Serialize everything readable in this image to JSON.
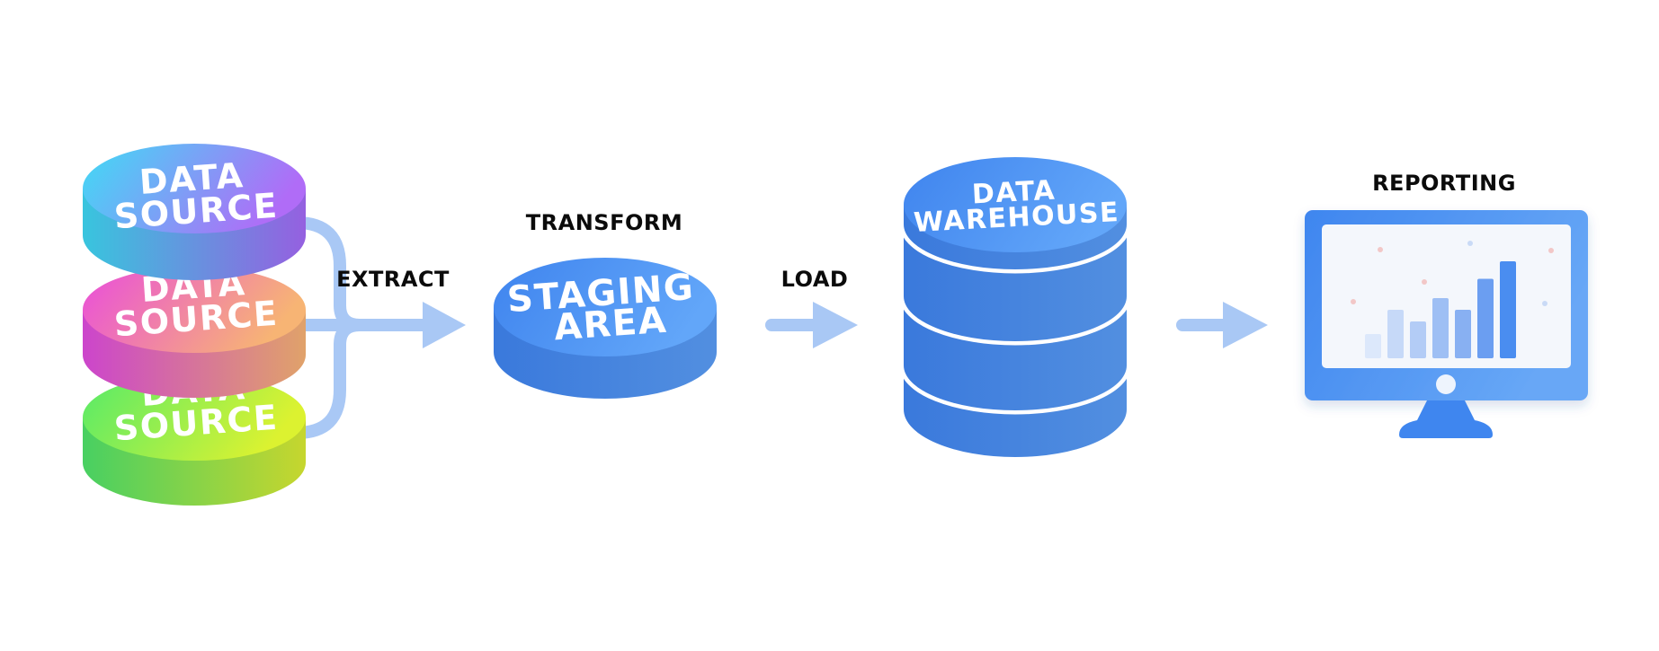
{
  "labels": {
    "extract": "EXTRACT",
    "transform": "TRANSFORM",
    "load": "LOAD",
    "reporting": "REPORTING"
  },
  "sources": [
    {
      "line1": "DATA",
      "line2": "SOURCE"
    },
    {
      "line1": "DATA",
      "line2": "SOURCE"
    },
    {
      "line1": "DATA",
      "line2": "SOURCE"
    }
  ],
  "staging": {
    "line1": "STAGING",
    "line2": "AREA"
  },
  "warehouse": {
    "line1": "DATA",
    "line2": "WAREHOUSE"
  },
  "report_bars": [
    0.25,
    0.5,
    0.38,
    0.62,
    0.5,
    0.82,
    1.0
  ],
  "colors": {
    "arrow": "#a9c8f5",
    "db_blue_light": "#5aa0f7",
    "db_blue_dark": "#3a7fe0",
    "label": "#0b0b0b"
  }
}
